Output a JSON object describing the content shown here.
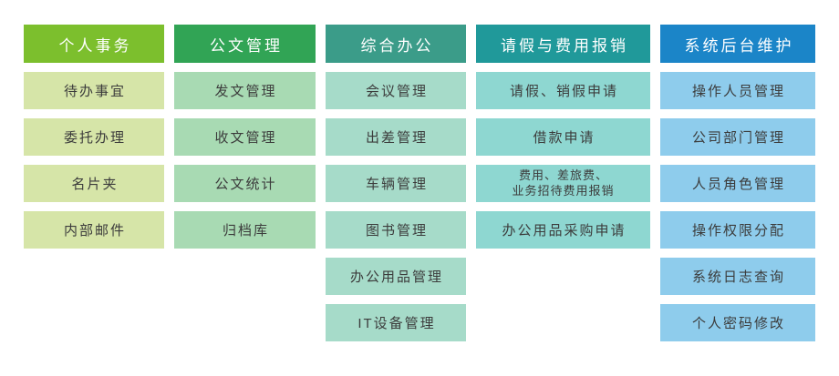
{
  "palette": {
    "background": "#ffffff",
    "header_text": "#ffffff",
    "item_text": "#3c3c3c",
    "columns": [
      {
        "header_bg": "#7cbf2d",
        "item_bg": "#d6e5a8"
      },
      {
        "header_bg": "#31a455",
        "item_bg": "#a8dab3"
      },
      {
        "header_bg": "#3b9c89",
        "item_bg": "#a6dbc9"
      },
      {
        "header_bg": "#20999a",
        "item_bg": "#8ed7d1"
      },
      {
        "header_bg": "#1b85c8",
        "item_bg": "#8eccec"
      }
    ]
  },
  "menu": {
    "columns": [
      {
        "id": "personal-affairs",
        "header": "个人事务",
        "items": [
          {
            "label": "待办事宜"
          },
          {
            "label": "委托办理"
          },
          {
            "label": "名片夹"
          },
          {
            "label": "内部邮件"
          }
        ]
      },
      {
        "id": "document-management",
        "header": "公文管理",
        "items": [
          {
            "label": "发文管理"
          },
          {
            "label": "收文管理"
          },
          {
            "label": "公文统计"
          },
          {
            "label": "归档库"
          }
        ]
      },
      {
        "id": "general-office",
        "header": "综合办公",
        "items": [
          {
            "label": "会议管理"
          },
          {
            "label": "出差管理"
          },
          {
            "label": "车辆管理"
          },
          {
            "label": "图书管理"
          },
          {
            "label": "办公用品管理"
          },
          {
            "label": "IT设备管理"
          }
        ]
      },
      {
        "id": "leave-and-expense",
        "header": "请假与费用报销",
        "items": [
          {
            "label": "请假、销假申请"
          },
          {
            "label": "借款申请"
          },
          {
            "label": "费用、差旅费、业务招待费用报销",
            "lines": [
              "费用、差旅费、",
              "业务招待费用报销"
            ],
            "small": true
          },
          {
            "label": "办公用品采购申请"
          }
        ]
      },
      {
        "id": "system-admin",
        "header": "系统后台维护",
        "items": [
          {
            "label": "操作人员管理"
          },
          {
            "label": "公司部门管理"
          },
          {
            "label": "人员角色管理"
          },
          {
            "label": "操作权限分配"
          },
          {
            "label": "系统日志查询"
          },
          {
            "label": "个人密码修改"
          }
        ]
      }
    ]
  }
}
